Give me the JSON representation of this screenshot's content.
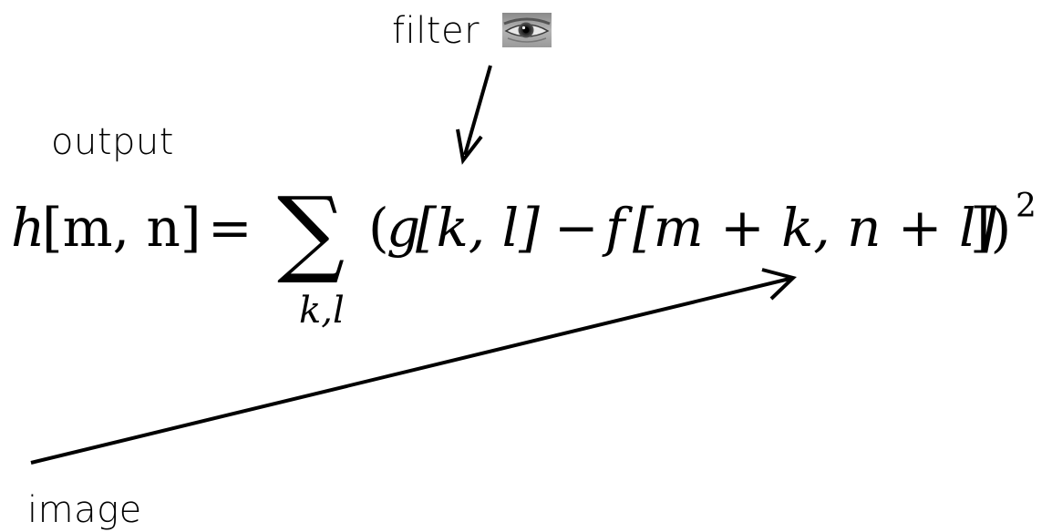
{
  "labels": {
    "filter": "filter",
    "output": "output",
    "image": "image"
  },
  "formula": {
    "lhs_fn": "h",
    "lhs_args": "[m, n]",
    "equals": "=",
    "sum": "∑",
    "sum_index": "k,l",
    "open_paren": "(",
    "g": "g",
    "g_args": "[k, l]",
    "minus": "−",
    "f": "f",
    "f_args": "[m + k, n + l]",
    "close": "])",
    "exponent": "2"
  },
  "icons": {
    "filter_thumbnail": "eye-icon"
  }
}
